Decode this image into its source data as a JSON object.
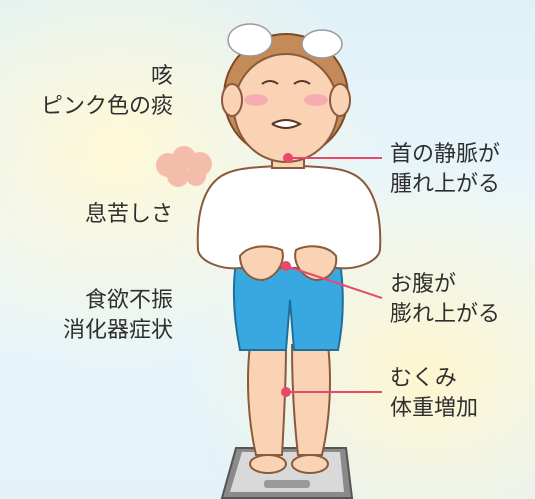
{
  "left_labels": {
    "cough": "咳",
    "pink_phlegm": "ピンク色の痰",
    "breathless": "息苦しさ",
    "appetite_loss": "食欲不振",
    "indigestion": "消化器症状"
  },
  "right_labels": {
    "neck_vein_line1": "首の静脈が",
    "neck_vein_line2": "腫れ上がる",
    "belly_line1": "お腹が",
    "belly_line2": "膨れ上がる",
    "edema_line1": "むくみ",
    "edema_line2": "体重増加"
  },
  "colors": {
    "pointer": "#e9486a",
    "shorts": "#3aa8e0",
    "skin": "#f9d3b4",
    "hair": "#c48a57"
  }
}
